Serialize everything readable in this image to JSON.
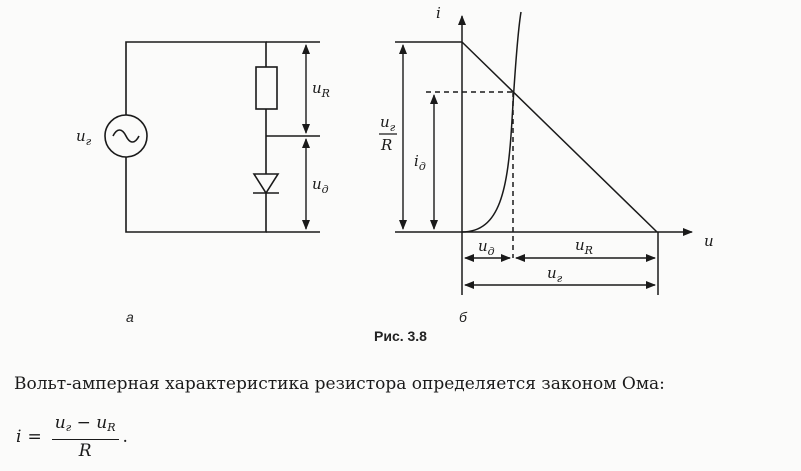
{
  "figure": {
    "circuit": {
      "source_label": "u",
      "source_sub": "г",
      "ur_label": "u",
      "ur_sub": "R",
      "ud_label": "u",
      "ud_sub": "д",
      "panel_label": "а"
    },
    "graph": {
      "y_axis": "i",
      "x_axis": "u",
      "intercept_num_main": "u",
      "intercept_num_sub": "г",
      "intercept_den": "R",
      "id_label": "i",
      "id_sub": "д",
      "ud_label": "u",
      "ud_sub": "д",
      "ur_label": "u",
      "ur_sub": "R",
      "ug_label": "u",
      "ug_sub": "г",
      "panel_label": "б"
    },
    "caption": "Рис. 3.8"
  },
  "text": {
    "paragraph": "Вольт-амперная характеристика резистора определяется законом Ома:",
    "formula": {
      "lhs": "i",
      "eq": "=",
      "num_a": "u",
      "num_a_sub": "г",
      "minus": " − ",
      "num_b": "u",
      "num_b_sub": "R",
      "den": "R",
      "end": "."
    }
  }
}
